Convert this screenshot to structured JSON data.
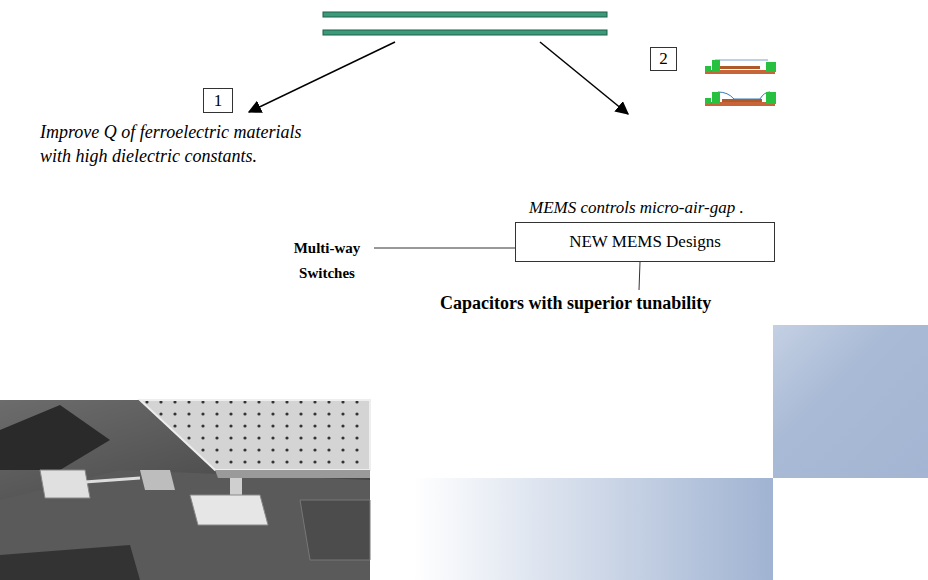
{
  "diagram": {
    "nodes": [
      {
        "text": [
          "1"
        ]
      },
      {
        "text": [
          "2"
        ]
      },
      {
        "text": [
          "NEW MEMS Designs"
        ]
      }
    ],
    "labels": [
      "Improve Q of ferroelectric materials with high dielectric constants.",
      "MEMS controls micro-air-gap .",
      "Multi-way Switches",
      "Capacitors with superior tunability"
    ]
  }
}
